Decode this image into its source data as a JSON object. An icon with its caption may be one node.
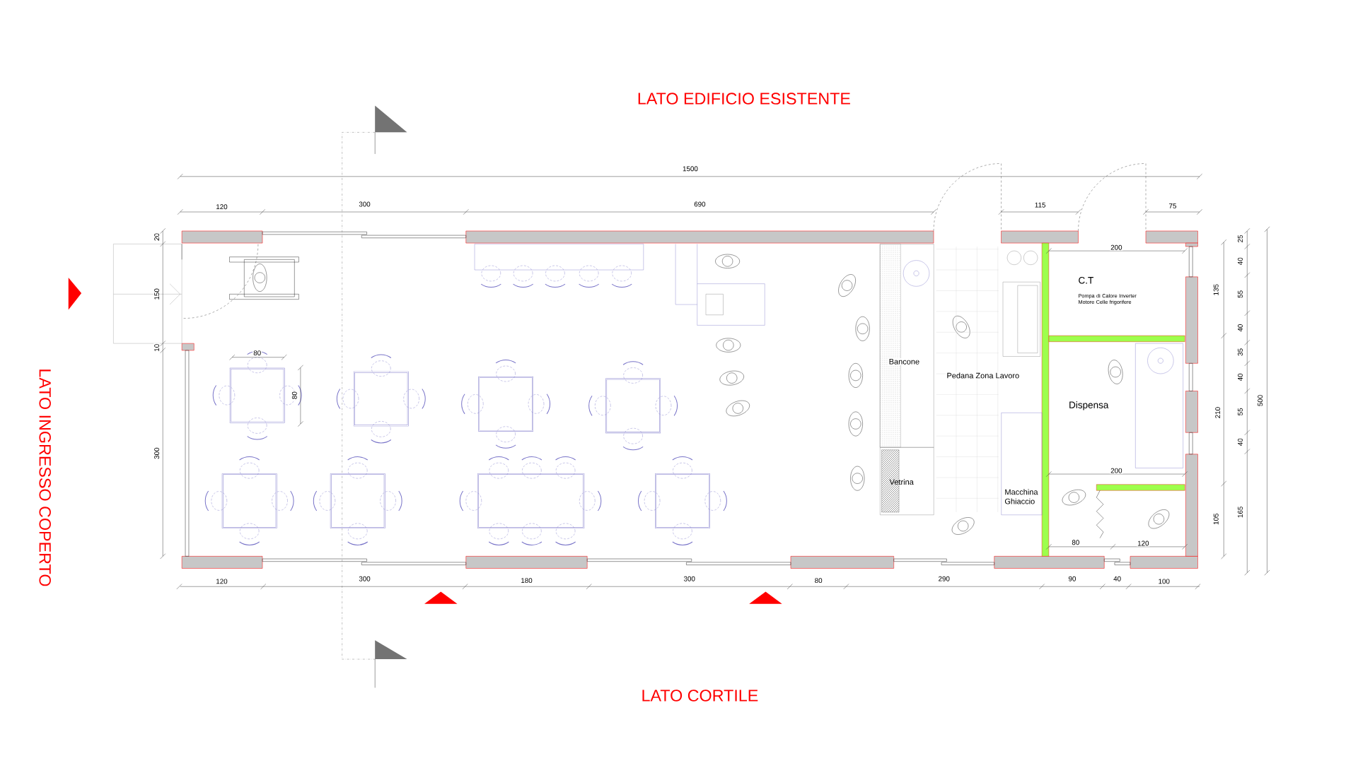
{
  "diagram": {
    "nodes": [
      {
        "text": [
          "Bancone"
        ]
      },
      {
        "text": [
          "Vetrina"
        ]
      },
      {
        "text": [
          "Pedana Zona Lavoro"
        ]
      },
      {
        "text": [
          "Macchina Ghiaccio"
        ]
      },
      {
        "text": [
          "C.T",
          "Pompa di Calore Inverter Motore Celle frigorifere"
        ]
      },
      {
        "text": [
          "Dispensa"
        ]
      }
    ],
    "labels": [
      "LATO EDIFICIO ESISTENTE",
      "1500",
      "120",
      "300",
      "690",
      "115",
      "75",
      "20",
      "150",
      "10",
      "300",
      "80",
      "80",
      "200",
      "200",
      "80",
      "120",
      "135",
      "210",
      "105",
      "25",
      "40",
      "55",
      "40",
      "35",
      "40",
      "55",
      "40",
      "165",
      "500",
      "120",
      "300",
      "180",
      "300",
      "80",
      "290",
      "90",
      "40",
      "100",
      "LATO INGRESSO COPERTO",
      "LATO CORTILE"
    ]
  }
}
